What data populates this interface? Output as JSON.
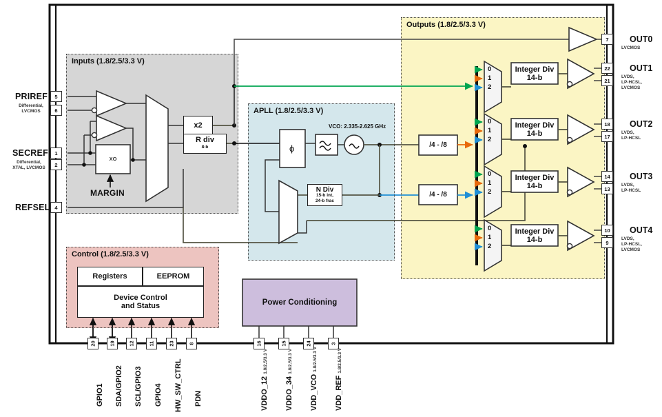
{
  "diagram": {
    "title": "Clock generator block diagram",
    "colors": {
      "inputs_bg": "#d6d6d6",
      "apll_bg": "#d4e7ec",
      "outputs_bg": "#fbf5c4",
      "control_bg": "#edc4c0",
      "power_bg": "#cdbedd",
      "wire": "#555544",
      "mux_sel_0": "#00a550",
      "mux_sel_1": "#e8690b",
      "mux_sel_2": "#1f8fd6"
    }
  },
  "sections": {
    "inputs": {
      "title": "Inputs (1.8/2.5/3.3 V)"
    },
    "apll": {
      "title": "APLL (1.8/2.5/3.3 V)",
      "vco_note": "VCO: 2.335-2.625 GHz"
    },
    "outputs": {
      "title": "Outputs (1.8/2.5/3.3 V)"
    },
    "control": {
      "title": "Control (1.8/2.5/3.3 V)"
    }
  },
  "input_pins": [
    {
      "name": "PRIREF",
      "sub": "Differential,\nLVCMOS",
      "pins": [
        "5",
        "6"
      ]
    },
    {
      "name": "SECREF",
      "sub": "Differential,\nXTAL, LVCMOS",
      "pins": [
        "1",
        "2"
      ]
    },
    {
      "name": "REFSEL",
      "sub": "",
      "pins": [
        "4"
      ]
    }
  ],
  "input_blocks": {
    "xo": "XO",
    "margin": "MARGIN",
    "doubler": "x2",
    "rdiv_label": "R div",
    "rdiv_sub": "8-b"
  },
  "apll_blocks": {
    "pfd": "ϕ",
    "ndiv_label": "N Div",
    "ndiv_sub1": "15-b int,",
    "ndiv_sub2": "24-b frac"
  },
  "post_dividers": [
    {
      "label": "/4 - /8"
    },
    {
      "label": "/4 - /8"
    }
  ],
  "mux_selectors": [
    "0",
    "1",
    "2"
  ],
  "outputs": [
    {
      "name": "OUT0",
      "sub": "LVCMOS",
      "pins": [
        "7"
      ],
      "divider": null
    },
    {
      "name": "OUT1",
      "sub": "LVDS,\nLP-HCSL,\nLVCMOS",
      "pins": [
        "22",
        "21"
      ],
      "divider": {
        "label": "Integer Div",
        "sub": "14-b"
      }
    },
    {
      "name": "OUT2",
      "sub": "LVDS,\nLP-HCSL",
      "pins": [
        "18",
        "17"
      ],
      "divider": {
        "label": "Integer Div",
        "sub": "14-b"
      }
    },
    {
      "name": "OUT3",
      "sub": "LVDS,\nLP-HCSL",
      "pins": [
        "14",
        "13"
      ],
      "divider": {
        "label": "Integer Div",
        "sub": "14-b"
      }
    },
    {
      "name": "OUT4",
      "sub": "LVDS,\nLP-HCSL,\nLVCMOS",
      "pins": [
        "10",
        "9"
      ],
      "divider": {
        "label": "Integer Div",
        "sub": "14-b"
      }
    }
  ],
  "control_blocks": {
    "registers": "Registers",
    "eeprom": "EEPROM",
    "device_control": "Device Control\nand Status"
  },
  "power_block": {
    "label": "Power Conditioning"
  },
  "bottom_pins": [
    {
      "name": "GPIO1",
      "sub": "",
      "pin": "20",
      "bidir": true
    },
    {
      "name": "SDA/GPIO2",
      "sub": "",
      "pin": "19",
      "bidir": true
    },
    {
      "name": "SCL/GPIO3",
      "sub": "",
      "pin": "12",
      "bidir": false
    },
    {
      "name": "GPIO4",
      "sub": "",
      "pin": "11",
      "bidir": false
    },
    {
      "name": "HW_SW_CTRL",
      "sub": "",
      "pin": "23",
      "bidir": false
    },
    {
      "name": "PDN",
      "sub": "",
      "pin": "8",
      "bidir": false
    },
    {
      "name": "VDDO_12",
      "sub": "1.8/2.5/3.3 V",
      "pin": "16",
      "bidir": false
    },
    {
      "name": "VDDO_34",
      "sub": "1.8/2.5/3.3 V",
      "pin": "15",
      "bidir": false
    },
    {
      "name": "VDD_VCO",
      "sub": "1.8/2.5/3.3 V",
      "pin": "24",
      "bidir": false
    },
    {
      "name": "VDD_REF",
      "sub": "1.8/2.5/3.3 V",
      "pin": "3",
      "bidir": false
    }
  ]
}
